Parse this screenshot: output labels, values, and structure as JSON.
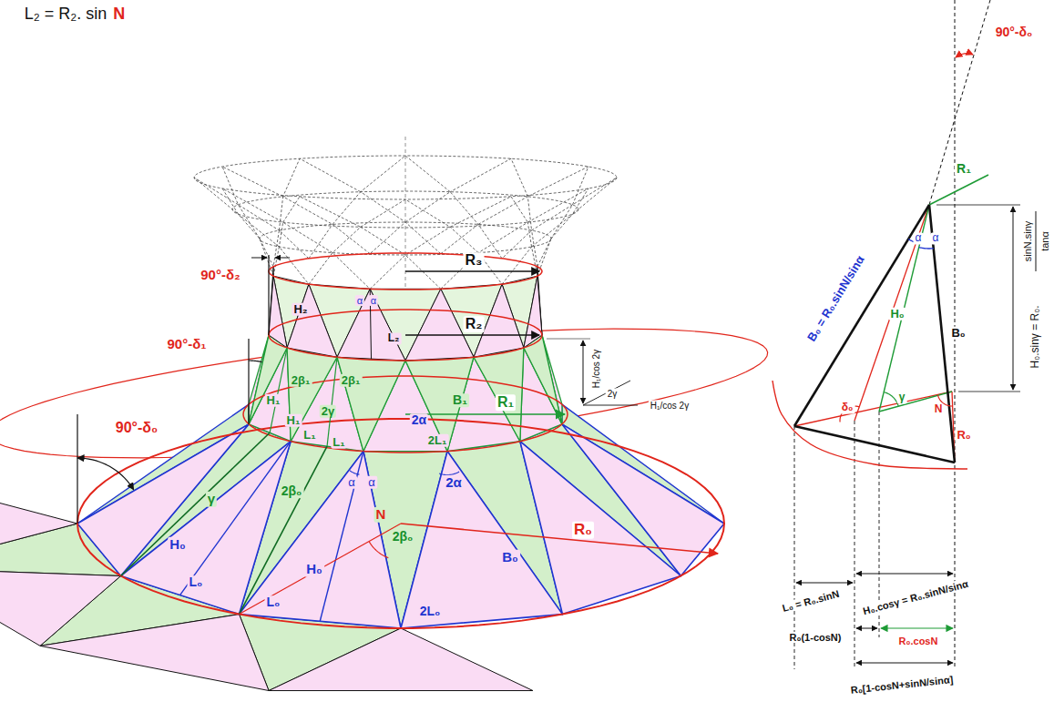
{
  "diagram": {
    "labels": [
      "L₂ = R₂. sin",
      "N",
      "R₃",
      "90°-δ₂",
      "H₂",
      "α",
      "α",
      "L₂",
      "R₂",
      "90°-δ₁",
      "2β₁",
      "2β₁",
      "H₁",
      "H₁",
      "2γ",
      "2α",
      "B₁",
      "R₁",
      "H₁/cos 2γ",
      "2γ",
      "H₁/cos 2γ",
      "L₁",
      "L₁",
      "2L₁",
      "90°-δ₀",
      "H₀",
      "γ",
      "2β₀",
      "H₀",
      "α",
      "α",
      "N",
      "2β₀",
      "2α",
      "B₀",
      "R₀",
      "L₀",
      "L₀",
      "2L₀",
      "90°-δ₀",
      "R₁",
      "B₀ = R₀.sinN/sinα",
      "H₀.sinγ = R₀.",
      "sinN.sinγ",
      "tanα",
      "α",
      "α",
      "H₀",
      "B₀",
      "δ₀",
      "γ",
      "N",
      "R₀",
      "L₀ = R₀.sinN",
      "H₀.cosγ = R₀.sinN/sinα",
      "R₀.cosN",
      "R₀(1-cosN)",
      "R₀[1-cosN+sinN/sinα]"
    ]
  }
}
